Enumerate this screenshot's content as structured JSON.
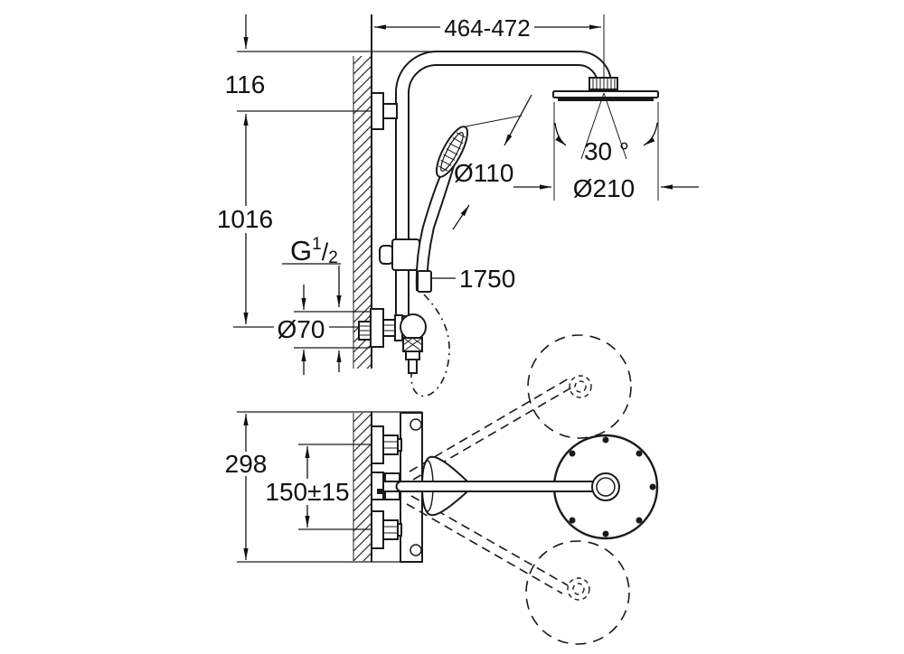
{
  "meta": {
    "description": "Technical installation dimension drawing of a wall-mounted shower system (front elevation and plan view)",
    "line_color": "#1a1a1a",
    "background_color": "#ffffff"
  },
  "labels": {
    "top_width": "464-472",
    "wall_to_arm": "116",
    "rail_height": "1016",
    "thread_g": "G",
    "thread_num": "1",
    "thread_slash": "/",
    "thread_den": "2",
    "hand_shower_diameter": "Ø110",
    "swivel_angle": "30 °",
    "head_shower_diameter": "Ø210",
    "hose_length": "1750",
    "escutcheon_diameter": "Ø70",
    "valve_body_height": "298",
    "supply_spacing": "150±15"
  }
}
